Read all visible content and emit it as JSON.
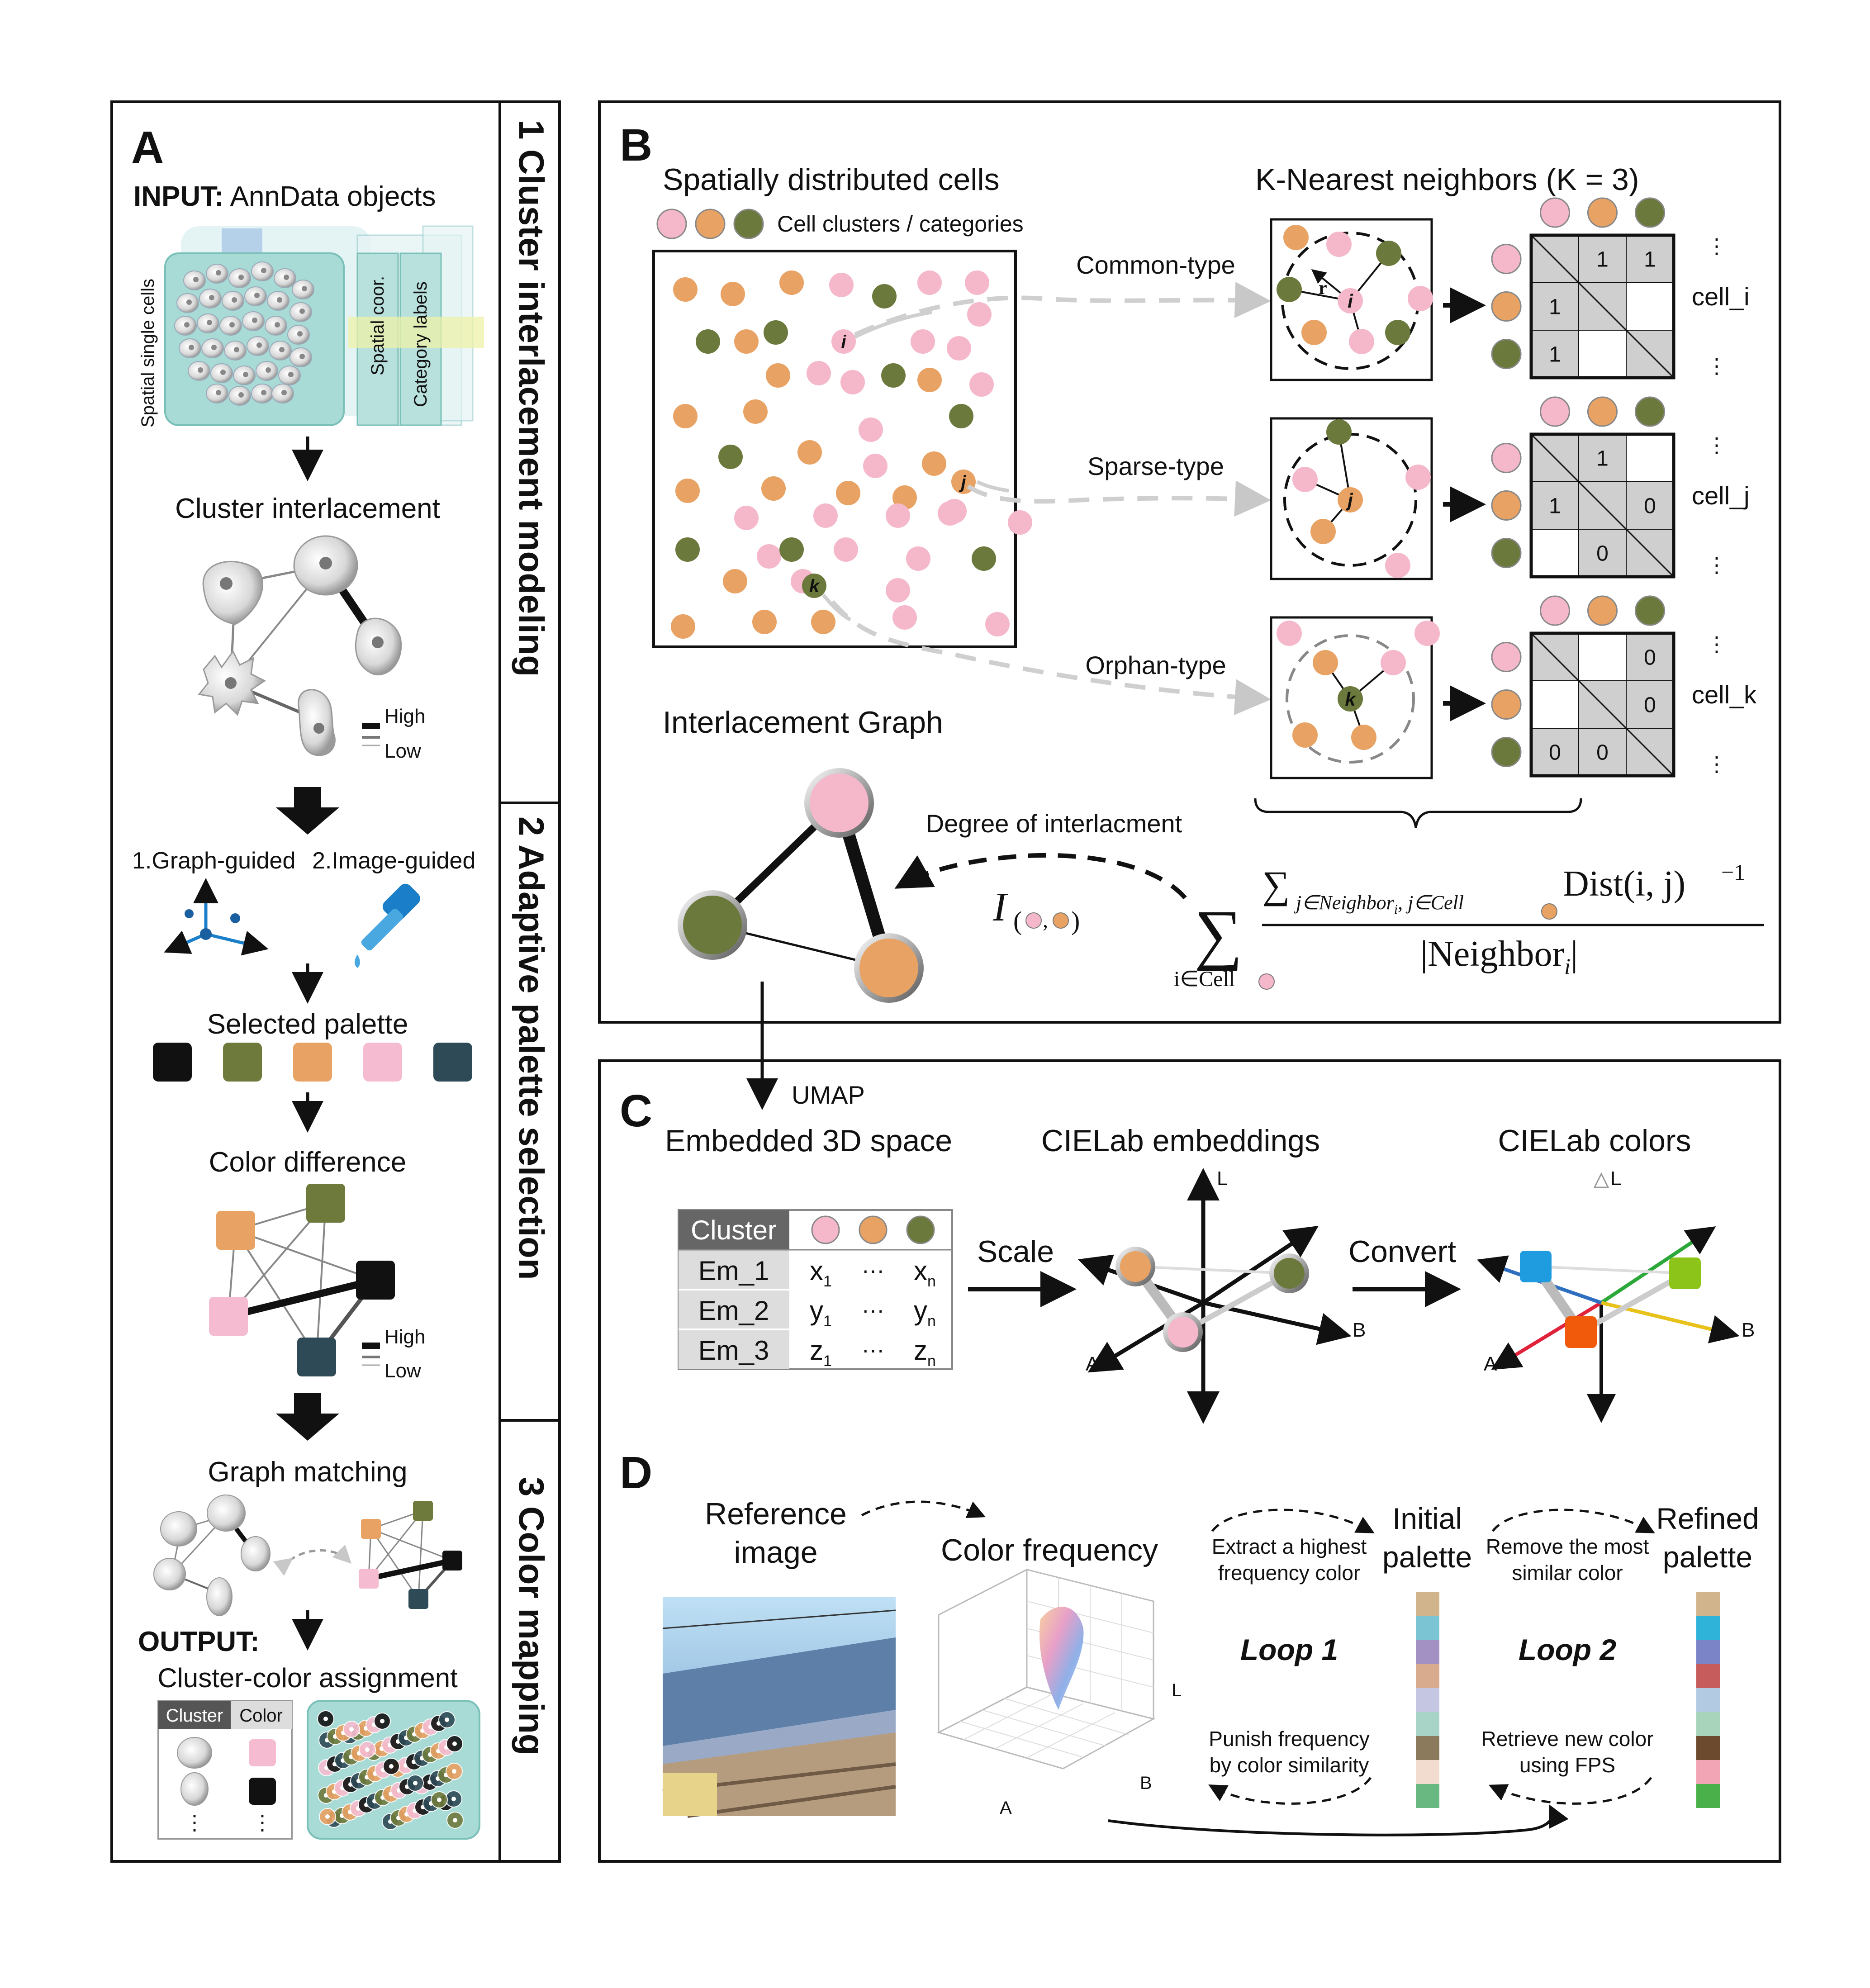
{
  "panel_a": {
    "letter": "A",
    "input_bold": "INPUT:",
    "input_text": " AnnData objects",
    "spatial_single_cells": "Spatial single cells",
    "spatial_coor": "Spatial coor.",
    "category_labels": "Category labels",
    "cluster_interlacement": "Cluster interlacement",
    "high": "High",
    "low": "Low",
    "graph_guided": "1.Graph-guided",
    "image_guided": "2.Image-guided",
    "selected_palette": "Selected palette",
    "palette_colors": [
      "#111111",
      "#6e7a3c",
      "#e8a263",
      "#f5bcd1",
      "#2e4a56"
    ],
    "color_difference": "Color difference",
    "graph_matching": "Graph matching",
    "output_bold": "OUTPUT:",
    "cluster_color_assignment": "Cluster-color assignment",
    "table_cluster": "Cluster",
    "table_color": "Color",
    "vdots": "⋮"
  },
  "steps": {
    "step1": "1 Cluster interlacement modeling",
    "step2": "2 Adaptive palette selection",
    "step3": "3 Color mapping"
  },
  "panel_b": {
    "letter": "B",
    "spatial_title": "Spatially distributed cells",
    "legend_text": "Cell clusters / categories",
    "knn_title": "K-Nearest neighbors (K = 3)",
    "common_type": "Common-type",
    "sparse_type": "Sparse-type",
    "orphan_type": "Orphan-type",
    "label_i": "i",
    "label_j": "j",
    "label_k": "k",
    "label_r": "r",
    "cell_i": "cell_i",
    "cell_j": "cell_j",
    "cell_k": "cell_k",
    "matrix_i": [
      [
        "",
        "1",
        "1"
      ],
      [
        "1",
        "",
        ""
      ],
      [
        "1",
        "",
        ""
      ]
    ],
    "matrix_j": [
      [
        "",
        "1",
        ""
      ],
      [
        "1",
        "",
        "0"
      ],
      [
        "",
        "0",
        ""
      ]
    ],
    "matrix_k": [
      [
        "",
        "",
        "0"
      ],
      [
        "",
        "",
        "0"
      ],
      [
        "0",
        "0",
        ""
      ]
    ],
    "interlacement_graph": "Interlacement Graph",
    "degree_label": "Degree of interlacment",
    "formula_I": "I",
    "formula_sum": "∑",
    "formula_sub": "i∈Cell",
    "formula_num_sum": "∑",
    "formula_num_sub": "j∈Neighbor",
    "formula_num_sub_i": "i",
    "formula_num_sub2": ", j∈Cell",
    "formula_num_dist": "Dist(i,  j)",
    "formula_num_exp": "−1",
    "formula_den": "|Neighbor",
    "formula_den_i": "i",
    "formula_den_end": "|",
    "colors": {
      "pink": "#f5b8cb",
      "orange": "#e8a263",
      "green": "#6b7a3c"
    }
  },
  "panel_c": {
    "letter": "C",
    "umap": "UMAP",
    "embedded": "Embedded 3D space",
    "cielab_embeddings": "CIELab embeddings",
    "cielab_colors": "CIELab colors",
    "scale": "Scale",
    "convert": "Convert",
    "table_header": "Cluster",
    "rows": [
      {
        "name": "Em_1",
        "a": "x",
        "sa": "1",
        "dots": "···",
        "b": "x",
        "sb": "n"
      },
      {
        "name": "Em_2",
        "a": "y",
        "sa": "1",
        "dots": "···",
        "b": "y",
        "sb": "n"
      },
      {
        "name": "Em_3",
        "a": "z",
        "sa": "1",
        "dots": "···",
        "b": "z",
        "sb": "n"
      }
    ],
    "axis_L": "L",
    "axis_A": "A",
    "axis_B": "B"
  },
  "panel_d": {
    "letter": "D",
    "reference_image_1": "Reference",
    "reference_image_2": "image",
    "color_frequency": "Color frequency",
    "extract_1": "Extract a highest",
    "extract_2": "frequency color",
    "initial_1": "Initial",
    "initial_2": "palette",
    "remove_1": "Remove the most",
    "remove_2": "similar color",
    "refined_1": "Refined",
    "refined_2": "palette",
    "loop1": "Loop 1",
    "loop2": "Loop 2",
    "punish_1": "Punish frequency",
    "punish_2": "by color similarity",
    "retrieve_1": "Retrieve new color",
    "retrieve_2": "using FPS",
    "axis_L": "L",
    "axis_A": "A",
    "axis_B": "B",
    "initial_palette": [
      "#d2b48c",
      "#7bc4d4",
      "#a391c4",
      "#d8aa8e",
      "#c4c6e2",
      "#a8d4c8",
      "#8c7a5c",
      "#f2dcd0",
      "#69b882"
    ],
    "refined_palette": [
      "#d2b48c",
      "#2fb3d9",
      "#7b84c7",
      "#c65c5c",
      "#b3cbe2",
      "#a8d4bc",
      "#6b4a2e",
      "#f2a5b5",
      "#4ab04a"
    ]
  }
}
